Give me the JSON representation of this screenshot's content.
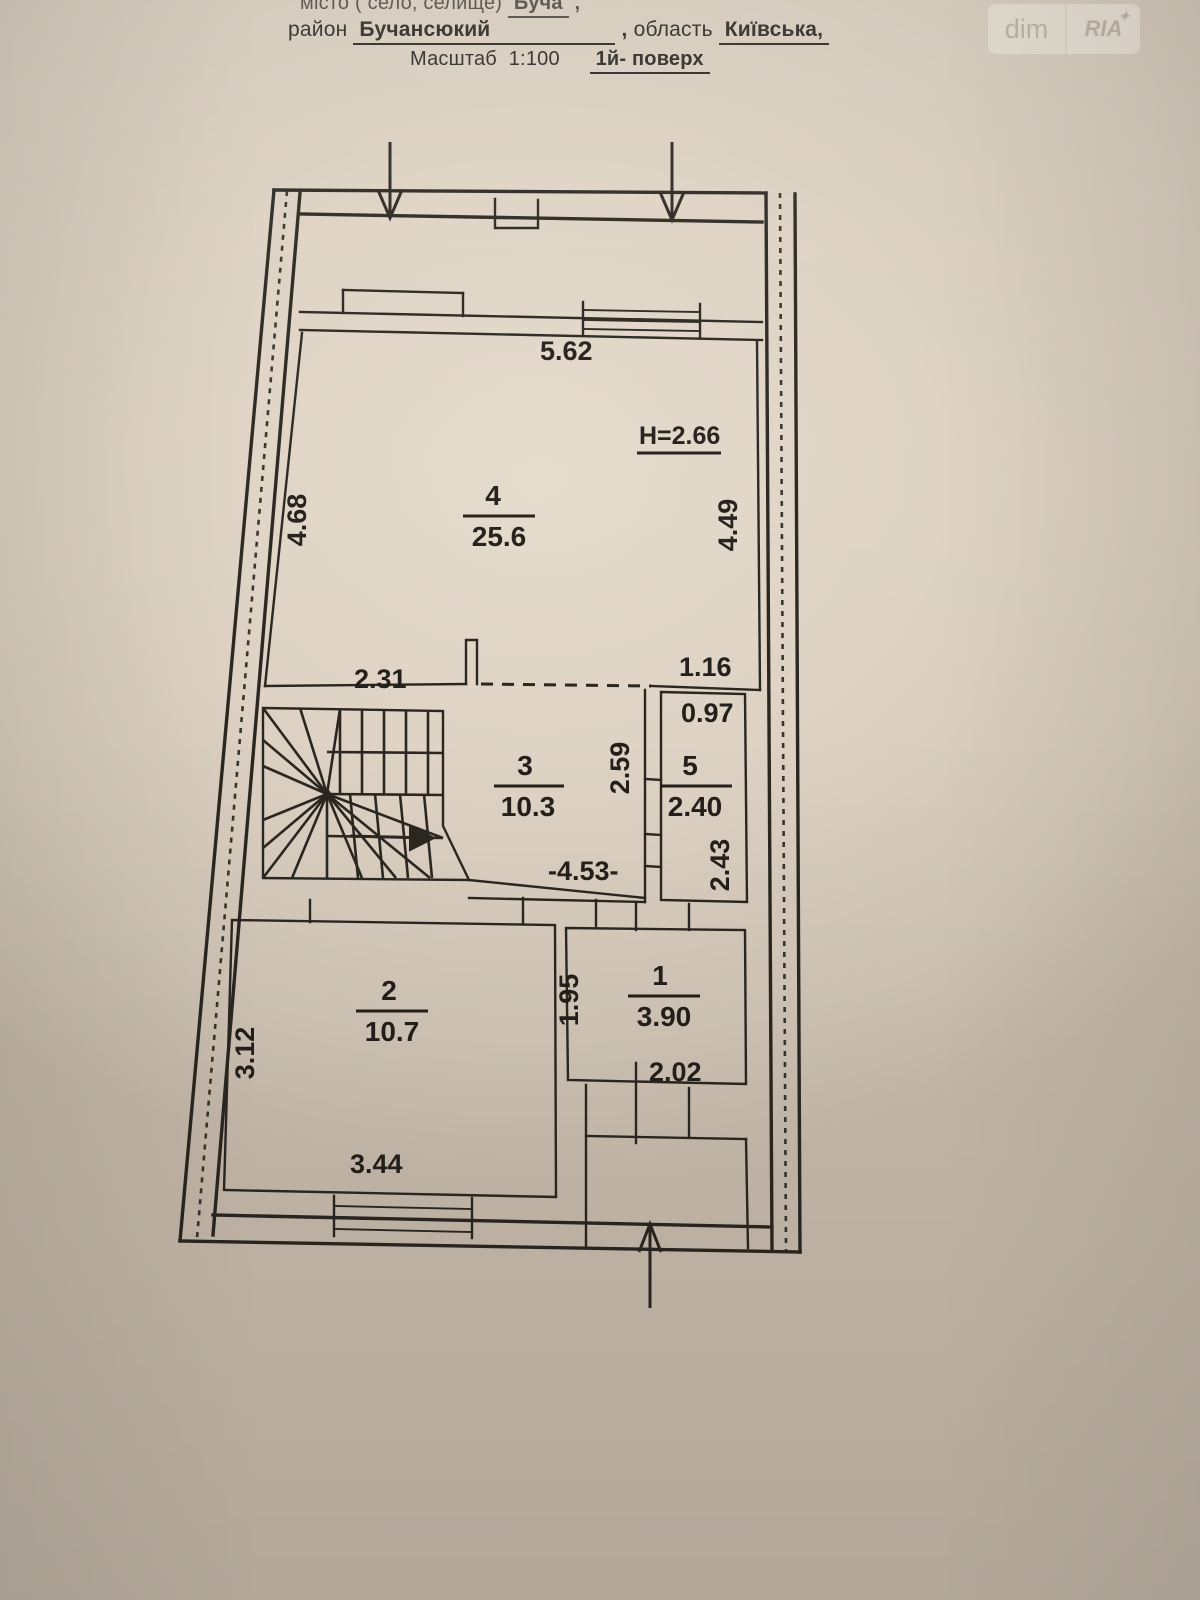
{
  "document": {
    "header": {
      "line1_label": "місто ( село, селище)",
      "line1_value": "Буча",
      "line1_comma": ",",
      "line2_label": "район",
      "line2_value": "Бучансюкий",
      "line2_comma": ",",
      "line2_label2": "область",
      "line2_value2": "Київська,",
      "line3_label": "Масштаб",
      "line3_value": "1:100",
      "line3_floor": "1й- поверх"
    },
    "watermark": {
      "left_text": "dim",
      "right_text": "RIA",
      "star_icon": "star-icon"
    }
  },
  "plan": {
    "ceiling_height_note": "H=2.66",
    "rooms": [
      {
        "id": "room-1",
        "number": "1",
        "area": "3.90"
      },
      {
        "id": "room-2",
        "number": "2",
        "area": "10.7"
      },
      {
        "id": "room-3",
        "number": "3",
        "area": "10.3"
      },
      {
        "id": "room-4",
        "number": "4",
        "area": "25.6"
      },
      {
        "id": "room-5",
        "number": "5",
        "area": "2.40"
      }
    ],
    "dimensions": {
      "top_width": "5.62",
      "left_upper": "4.68",
      "right_upper": "4.49",
      "stair_top": "2.31",
      "right_niche": "1.16",
      "bath_width": "0.97",
      "hall_height": "2.59",
      "bath_height": "2.43",
      "hall_width": "-4.53-",
      "room1_height": "1.95",
      "room1_bottom": "2.02",
      "left_lower": "3.12",
      "room2_bottom": "3.44"
    },
    "markers": {
      "balcony_arrow_left": "down-arrow-icon",
      "balcony_arrow_right": "down-arrow-icon",
      "entrance_arrow": "up-arrow-icon",
      "stair_direction_arrow": "stair-up-arrow-icon"
    }
  }
}
